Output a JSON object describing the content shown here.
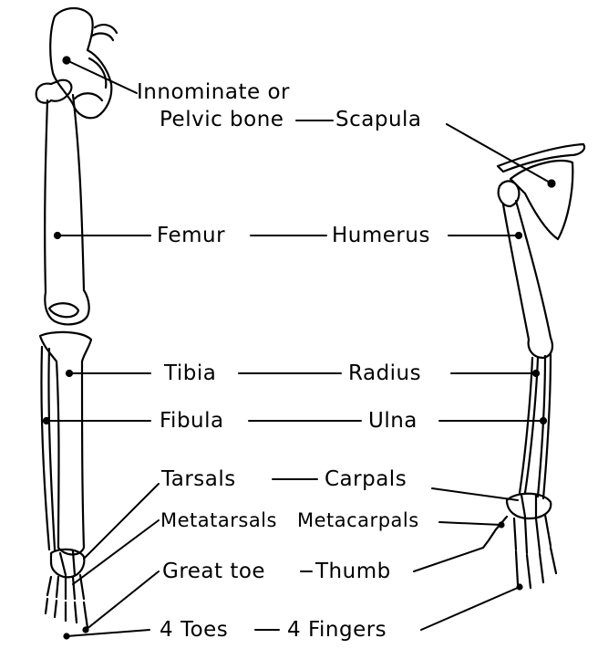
{
  "labels": {
    "innominate": "Innominate or",
    "pelvic": "Pelvic bone",
    "scapula": "Scapula",
    "femur": "Femur",
    "humerus": "Humerus",
    "tibia": "Tibia",
    "radius": "Radius",
    "fibula": "Fibula",
    "ulna": "Ulna",
    "tarsals": "Tarsals",
    "carpals": "Carpals",
    "metatarsals": "Metatarsals",
    "metacarpals": "Metacarpals",
    "great_toe": "Great toe",
    "thumb": "Thumb",
    "toes": "4 Toes",
    "fingers": "4 Fingers"
  },
  "colors": {
    "ink": "#000000",
    "paper": "#ffffff"
  }
}
